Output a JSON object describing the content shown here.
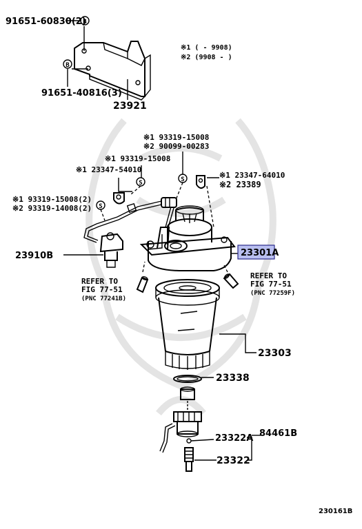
{
  "diagram": {
    "legend": {
      "note1": "※1 (     - 9908)",
      "note2": "※2 (9908 -     )"
    },
    "labels": {
      "p91651_60830": "91651-60830(2)",
      "p91651_40816": "91651-40816(3)",
      "p23921": "23921",
      "ann_top_1": "※1 93319-15008",
      "ann_top_2": "※2 90099-00283",
      "ann_mid_1": "※1 93319-15008",
      "ann_mid_2": "※1 23347-54010",
      "ann_right_1": "※1 23347-64010",
      "ann_right_2": "※2 23389",
      "ann_left_1": "※1 93319-15008(2)",
      "ann_left_2": "※2 93319-14008(2)",
      "p23910B": "23910B",
      "p23301A": "23301A",
      "refer_left_1": "REFER TO",
      "refer_left_2": "FIG 77-51",
      "refer_left_3": "(PNC 77241B)",
      "refer_right_1": "REFER TO",
      "refer_right_2": "FIG 77-51",
      "refer_right_3": "(PNC 77259F)",
      "p23303": "23303",
      "p23338": "23338",
      "p23322A": "23322A",
      "p84461B": "84461B",
      "p23322": "23322",
      "figure_code": "230161B"
    },
    "markers": {
      "b": "B",
      "s": "S"
    },
    "highlight_color": "#b9bff0"
  }
}
